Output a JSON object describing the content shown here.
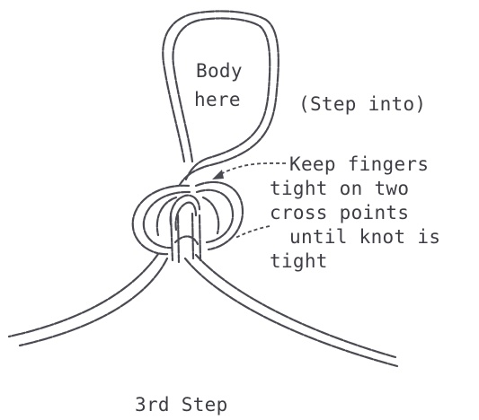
{
  "diagram": {
    "caption": "3rd Step",
    "loop_label": {
      "line1": "Body",
      "line2": "here"
    },
    "side_note": "(Step into)",
    "instruction_lines": [
      "Keep fingers",
      "tight on two",
      "cross points",
      "until knot is",
      "tight"
    ]
  }
}
